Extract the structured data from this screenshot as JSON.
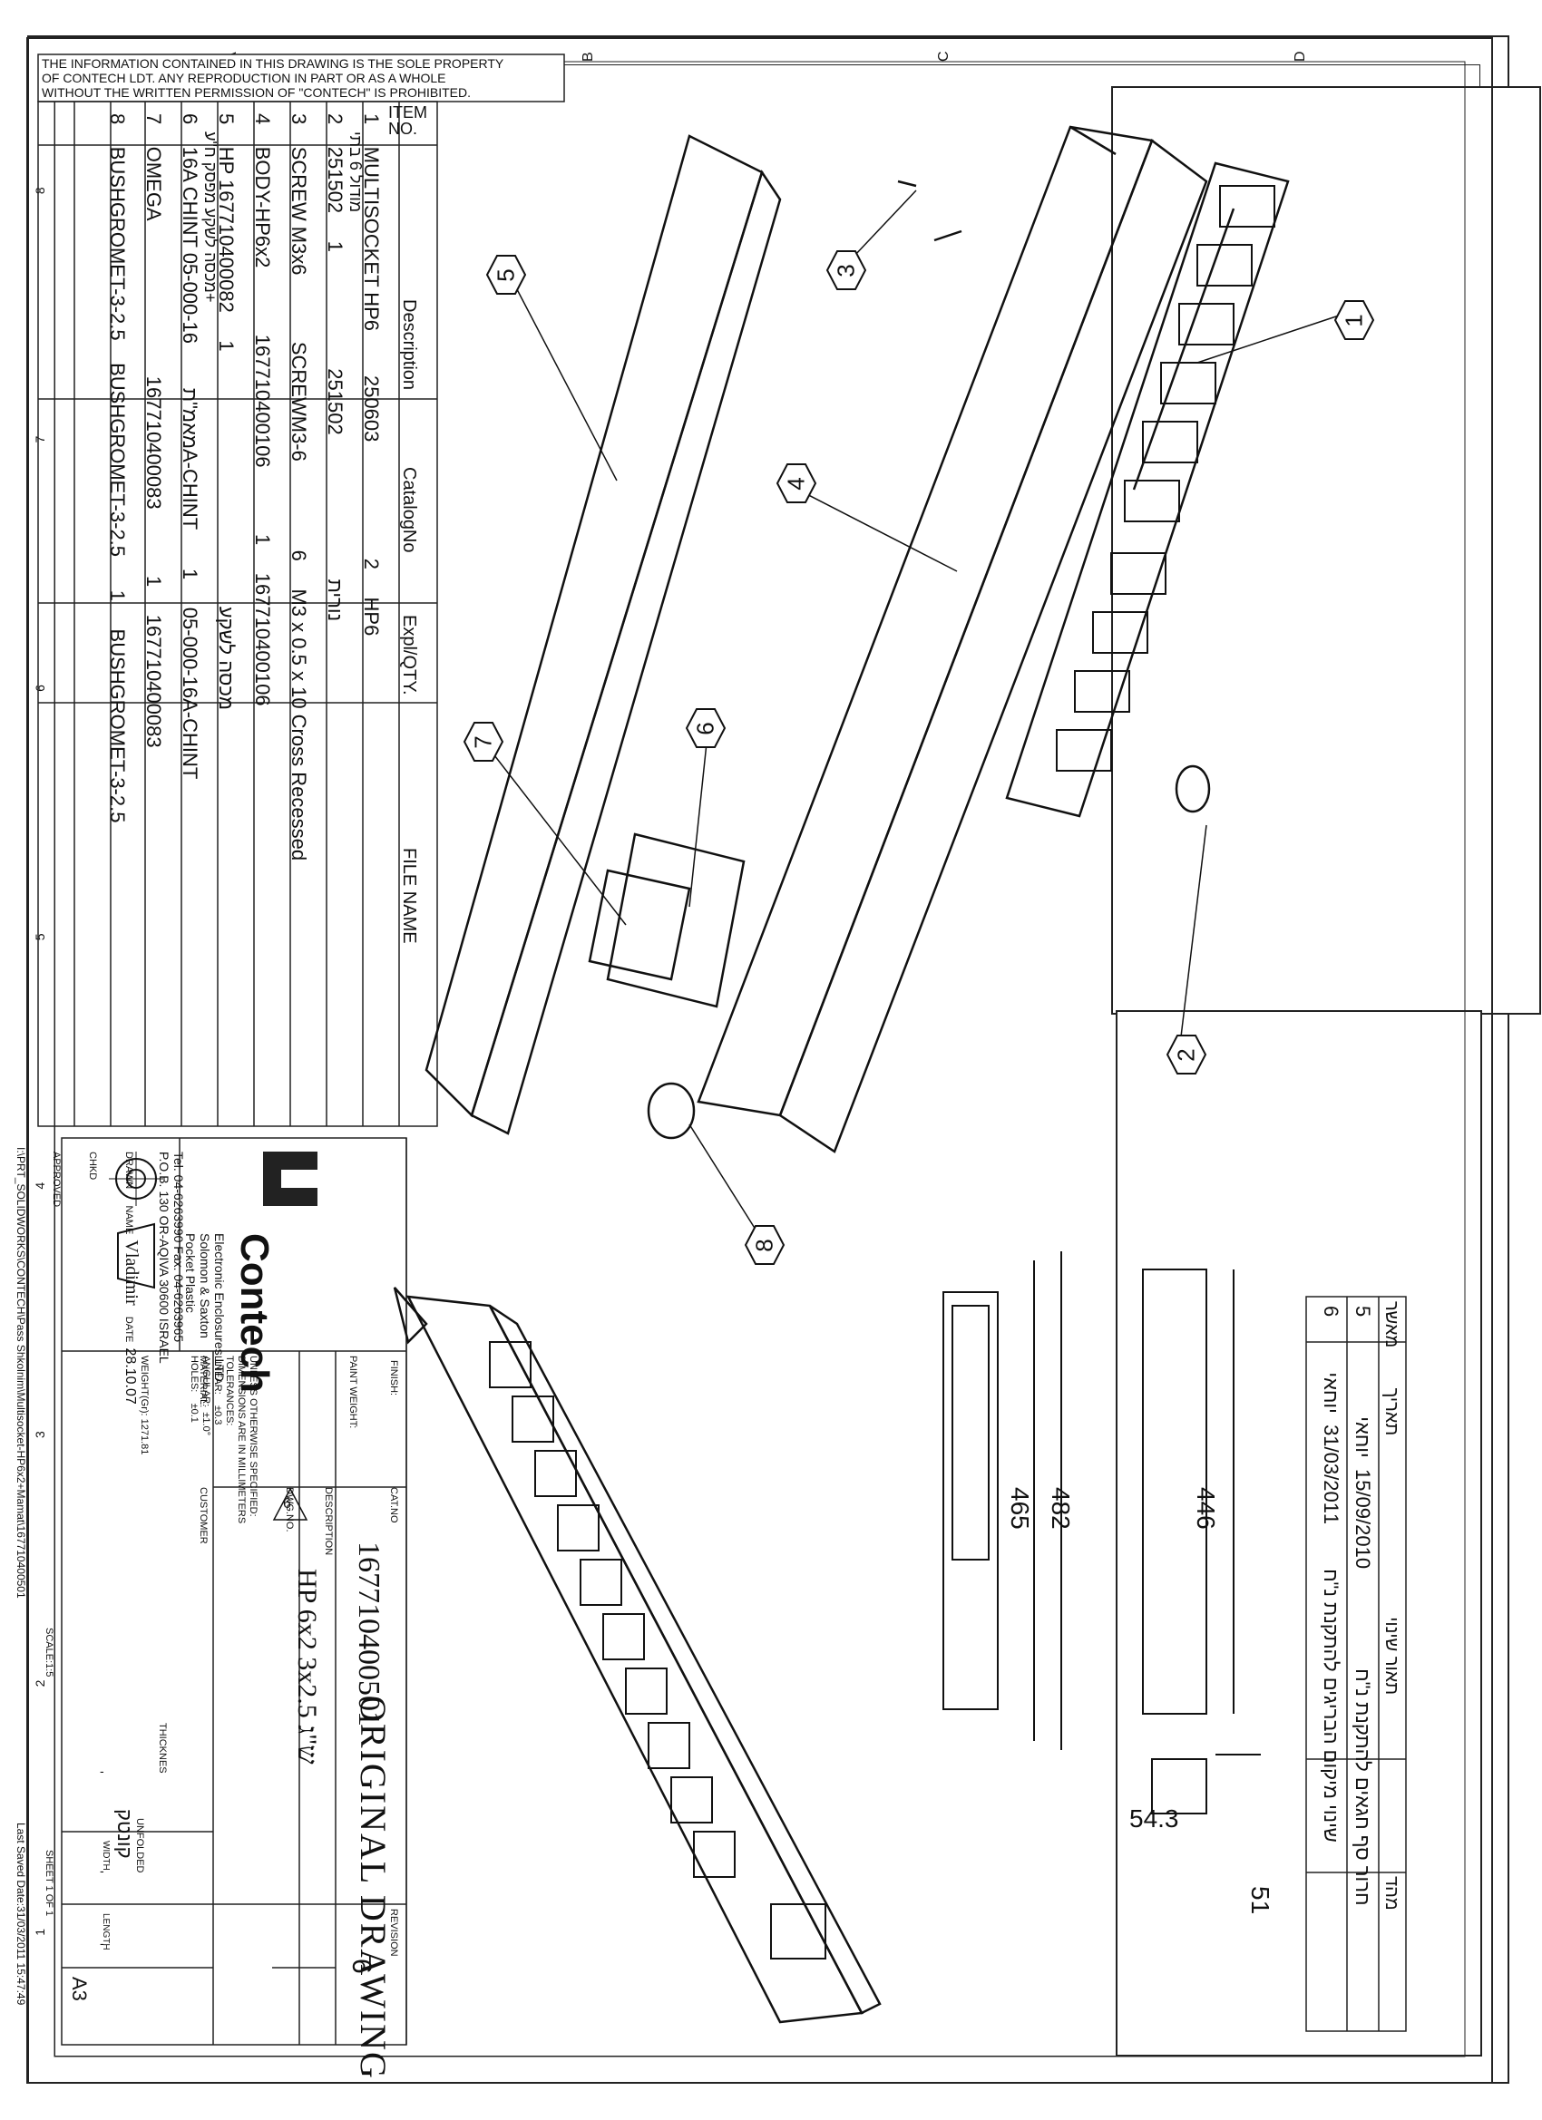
{
  "notice": {
    "line1": "THE INFORMATION CONTAINED IN THIS DRAWING IS THE SOLE PROPERTY",
    "line2": "OF CONTECH LDT. ANY REPRODUCTION IN PART OR AS A WHOLE",
    "line3": "WITHOUT THE WRITTEN PERMISSION OF \"CONTECH\" IS PROHIBITED."
  },
  "bom": {
    "headers": {
      "item": "ITEM",
      "item_no": "NO.",
      "description": "Description",
      "catalog": "CatalogNo",
      "qty": "Expl/QTY.",
      "file": "FILE NAME"
    },
    "rows": [
      {
        "item": "1",
        "description": "MULTISOCKET HP6",
        "description2": "מודול 6 בתי",
        "catalog": "250603",
        "qty": "2",
        "file": "HP6"
      },
      {
        "item": "2",
        "description": "נורית",
        "catalog": "251502",
        "qty": "1",
        "file": "251502"
      },
      {
        "item": "3",
        "description": "SCREW M3x6",
        "catalog": "SCREWM3-6",
        "qty": "6",
        "file": "M3 x 0.5 x 10 Cross Recessed"
      },
      {
        "item": "4",
        "description": "BODY-HP6x2",
        "catalog": "167710400106",
        "qty": "1",
        "file": "167710400106"
      },
      {
        "item": "5",
        "description": "HP מכסה לשקע",
        "description2": "מכסה לשקע מפסק ח\"ע+",
        "catalog": "",
        "qty": "1",
        "file": "167710400082"
      },
      {
        "item": "6",
        "description": "16A CHINT מאמ\"ת",
        "catalog": "05-000-16A-CHINT",
        "qty": "1",
        "file": "05-000-16A-CHINT"
      },
      {
        "item": "7",
        "description": "OMEGA",
        "catalog": "167710400083",
        "qty": "1",
        "file": "167710400083"
      },
      {
        "item": "8",
        "description": "BUSHGROMET-3-2.5",
        "catalog": "BUSHGROMET-3-2.5",
        "qty": "1",
        "file": "BUSHGROMET-3-2.5"
      }
    ]
  },
  "zones": {
    "cols": [
      "1",
      "2",
      "3",
      "4",
      "5",
      "6",
      "7",
      "8"
    ],
    "rows": [
      "A",
      "B",
      "C",
      "D"
    ]
  },
  "balloons": [
    "1",
    "2",
    "3",
    "4",
    "5",
    "6",
    "7",
    "8"
  ],
  "revisions": {
    "headers": {
      "rev": "מהד",
      "desc": "תאור שינוי",
      "date": "תאריך",
      "approved": "מאשר"
    },
    "rows": [
      {
        "rev": "5",
        "desc": "חרור סף חגאים להתקנת נ\"ח",
        "date": "15/09/2010",
        "approved": "יוחאי"
      },
      {
        "rev": "6",
        "desc": "שינוי מיקום הבריגים להתקנת נ\"ח",
        "date": "31/03/2011",
        "approved": "יוחאי"
      }
    ]
  },
  "dimensions": {
    "d446": "446",
    "d482": "482",
    "d465": "465",
    "d543": "54.3",
    "d51": "51"
  },
  "stamp": "ORIGINAL DRAWING",
  "company": {
    "logo_text": "Contech",
    "sub1": "Electronic Enclosures LTD.",
    "sub2": "Solomon & Saxton",
    "sub3": "Pocket Plastic",
    "tel": "Tel. 04-6263990 Fax. 04-6263965",
    "pob": "P.O.B. 130 OR-AQIVA 30600 ISRAEL"
  },
  "approvals": {
    "name_hdr": "NAME",
    "date_hdr": "DATE",
    "drawn": "DRAWN",
    "chkd": "CHKD",
    "approved": "APPROVED",
    "drawn_name": "Vladimir",
    "drawn_date": "28.10.07"
  },
  "title_block": {
    "finish": "FINISH:",
    "paint": "PAINT WEIGHT:",
    "tol1": "UNLESS OTHERWISE SPECIFIED:",
    "tol2": "DIMENSIONS ARE IN MILLIMETERS",
    "tol3": "TOLERANCES:",
    "linear": "LINEAR:",
    "linear_v": "±0.3",
    "angular": "ANGULAR:",
    "angular_v": "±1.0°",
    "holes": "HOLES:",
    "holes_v": "±0.1",
    "material": "MATERIAL:",
    "weight": "WEIGHT(Gr): 1271.81",
    "catno_lbl": "CAT.NO",
    "catno": "167710400501",
    "rev_lbl": "REVISION",
    "rev": "6",
    "desc_lbl": "DESCRIPTION",
    "desc": "HP 6x2 3x2.5 ש\"ג",
    "dwg_lbl": "DWG.NO.",
    "customer_lbl": "CUSTOMER",
    "unfolded": "UNFOLDED",
    "customer": "קונטק",
    "thick_lbl": "THICKNES",
    "width_lbl": "WIDTH",
    "length_lbl": "LENGTH",
    "dash": "-",
    "scale_lbl": "SCALE:1:5",
    "sheet_lbl": "SHEET 1 OF 1",
    "size": "A3",
    "triangle": "6"
  },
  "footer": {
    "path": "I:\\PRT_SOLIDWORKS\\CONTECH\\Pass Shkolnim\\Multisocket-HP6x2+Mamat\\167710400501",
    "saved": "Last Saved Date:31/03/2011 15:47:49"
  }
}
